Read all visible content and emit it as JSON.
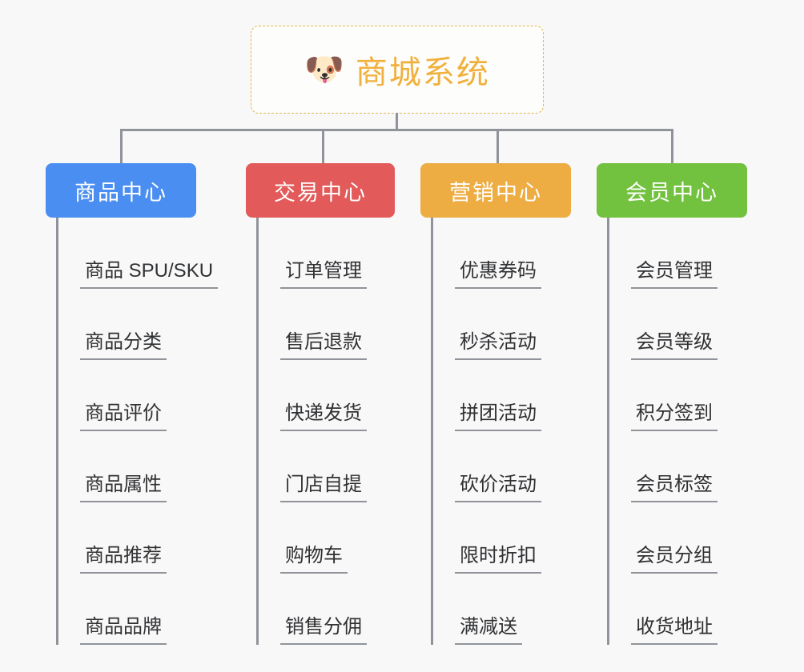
{
  "root": {
    "icon": "shiba-dog-emoji",
    "emoji": "🐶",
    "title": "商城系统",
    "accent_color": "#f0b03c",
    "border_color": "#e8b44a",
    "background": "#fdfdfb"
  },
  "canvas": {
    "background": "#f8f8f8",
    "connector_color": "#909399",
    "leaf_text_color": "#303133"
  },
  "columns": [
    {
      "id": "product-center",
      "label": "商品中心",
      "color": "#4a8ef2",
      "items": [
        "商品 SPU/SKU",
        "商品分类",
        "商品评价",
        "商品属性",
        "商品推荐",
        "商品品牌"
      ]
    },
    {
      "id": "trade-center",
      "label": "交易中心",
      "color": "#e25a59",
      "items": [
        "订单管理",
        "售后退款",
        "快递发货",
        "门店自提",
        "购物车",
        "销售分佣"
      ]
    },
    {
      "id": "marketing-center",
      "label": "营销中心",
      "color": "#edad43",
      "items": [
        "优惠券码",
        "秒杀活动",
        "拼团活动",
        "砍价活动",
        "限时折扣",
        "满减送"
      ]
    },
    {
      "id": "member-center",
      "label": "会员中心",
      "color": "#72c13f",
      "items": [
        "会员管理",
        "会员等级",
        "积分签到",
        "会员标签",
        "会员分组",
        "收货地址"
      ]
    }
  ]
}
